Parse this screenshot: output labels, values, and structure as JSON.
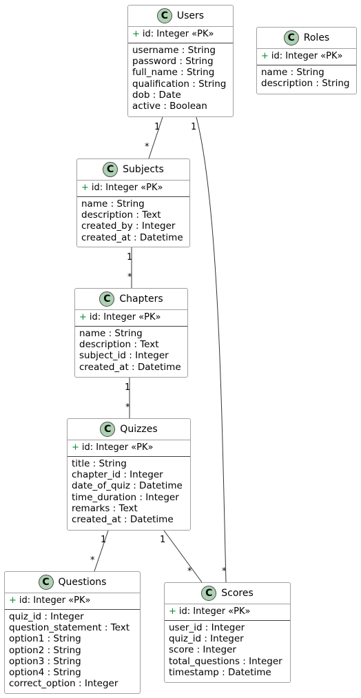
{
  "classes": {
    "users": {
      "name": "Users",
      "pk": "id: Integer «PK»",
      "attrs": [
        "username : String",
        "password : String",
        "full_name : String",
        "qualification : String",
        "dob : Date",
        "active : Boolean"
      ]
    },
    "roles": {
      "name": "Roles",
      "pk": "id: Integer «PK»",
      "attrs": [
        "name : String",
        "description : String"
      ]
    },
    "subjects": {
      "name": "Subjects",
      "pk": "id: Integer «PK»",
      "attrs": [
        "name : String",
        "description : Text",
        "created_by : Integer",
        "created_at : Datetime"
      ]
    },
    "chapters": {
      "name": "Chapters",
      "pk": "id: Integer «PK»",
      "attrs": [
        "name : String",
        "description : Text",
        "subject_id : Integer",
        "created_at : Datetime"
      ]
    },
    "quizzes": {
      "name": "Quizzes",
      "pk": "id: Integer «PK»",
      "attrs": [
        "title : String",
        "chapter_id : Integer",
        "date_of_quiz : Datetime",
        "time_duration : Integer",
        "remarks : Text",
        "created_at : Datetime"
      ]
    },
    "questions": {
      "name": "Questions",
      "pk": "id: Integer «PK»",
      "attrs": [
        "quiz_id : Integer",
        "question_statement : Text",
        "option1 : String",
        "option2 : String",
        "option3 : String",
        "option4 : String",
        "correct_option : Integer"
      ]
    },
    "scores": {
      "name": "Scores",
      "pk": "id: Integer «PK»",
      "attrs": [
        "user_id : Integer",
        "quiz_id : Integer",
        "score : Integer",
        "total_questions : Integer",
        "timestamp : Datetime"
      ]
    }
  },
  "class_badge": "C",
  "pk_marker": "+",
  "multiplicities": {
    "users_subjects": {
      "from": "1",
      "to": "*"
    },
    "users_scores": {
      "from": "1",
      "to": "*"
    },
    "subjects_chapters": {
      "from": "1",
      "to": "*"
    },
    "chapters_quizzes": {
      "from": "1",
      "to": "*"
    },
    "quizzes_questions": {
      "from": "1",
      "to": "*"
    },
    "quizzes_scores": {
      "from": "1",
      "to": "*"
    }
  },
  "colors": {
    "badge_fill": "#add1b2",
    "edge": "#333333",
    "border": "#a0a0a0",
    "pk_marker": "#0b8a3a"
  }
}
